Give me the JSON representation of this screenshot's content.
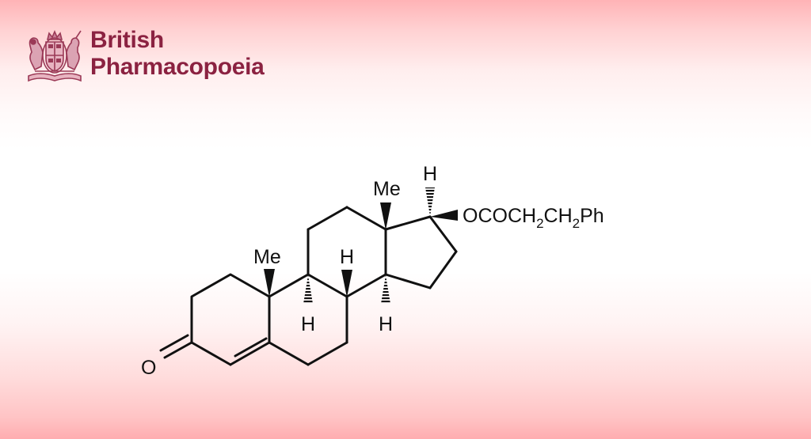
{
  "brand": {
    "name_line1": "British",
    "name_line2": "Pharmacopoeia",
    "crest_icon": "royal-coat-of-arms-icon",
    "color": "#8b2241"
  },
  "background": {
    "gradient_top": "#ffb3b6",
    "gradient_middle": "#ffffff",
    "gradient_bottom": "#ffadb0"
  },
  "structure": {
    "label_ketone_oxygen": "O",
    "label_methyl_c10": "Me",
    "label_methyl_c13": "Me",
    "label_h_c8": "H",
    "label_h_c9": "H",
    "label_h_c14": "H",
    "label_h_c17": "H",
    "substituent": {
      "part1": "OCOCH",
      "sub1": "2",
      "part2": "CH",
      "sub2": "2",
      "part3": "Ph"
    },
    "bond_color": "#111111"
  }
}
